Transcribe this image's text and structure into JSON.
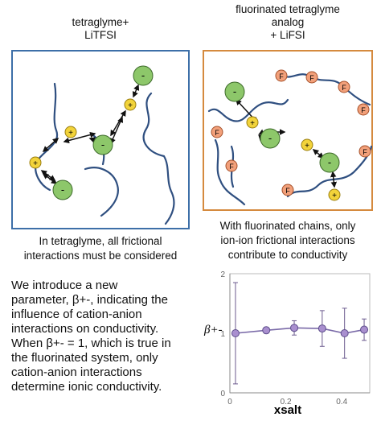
{
  "left_title": [
    "tetraglyme+",
    "LiTFSI"
  ],
  "right_title": [
    "fluorinated tetraglyme",
    "analog",
    "+ LiFSI"
  ],
  "left_caption": [
    "In tetraglyme, all frictional",
    "interactions must be considered"
  ],
  "right_caption": [
    "With fluorinated chains, only",
    "ion-ion frictional interactions",
    "contribute to conductivity"
  ],
  "intro_lines": [
    "We introduce a new",
    "parameter, β+-, indicating the",
    "influence of cation-anion",
    "interactions on conductivity.",
    "When β+- = 1, which is true in",
    "the fluorinated system, only",
    "cation-anion interactions",
    "determine ionic  conductivity."
  ],
  "symbols": {
    "cation": "+",
    "anion": "-",
    "fluorine": "F"
  },
  "colors": {
    "left_border": "#3d6fa8",
    "right_border": "#d58a3e",
    "chain": "#2f4f80",
    "anion_fill": "#8dc76a",
    "cation_fill": "#f2d33a",
    "fluorine_fill": "#f2a07a",
    "marker": "#a98fcf",
    "errorbar": "#6b5a8e"
  },
  "chart_data": {
    "type": "line",
    "xlabel": "xsalt",
    "ylabel": "β+-",
    "xlim": [
      0,
      0.5
    ],
    "ylim": [
      0,
      2
    ],
    "x_ticks": [
      "0",
      "0.2",
      "0.4"
    ],
    "y_ticks": [
      "0",
      "1",
      "2"
    ],
    "grid": false,
    "series": [
      {
        "x": [
          0.02,
          0.13,
          0.23,
          0.33,
          0.41,
          0.48
        ],
        "y": [
          1.0,
          1.05,
          1.09,
          1.08,
          1.0,
          1.06
        ],
        "yerr": [
          0.85,
          0.05,
          0.12,
          0.3,
          0.42,
          0.18
        ]
      }
    ]
  }
}
